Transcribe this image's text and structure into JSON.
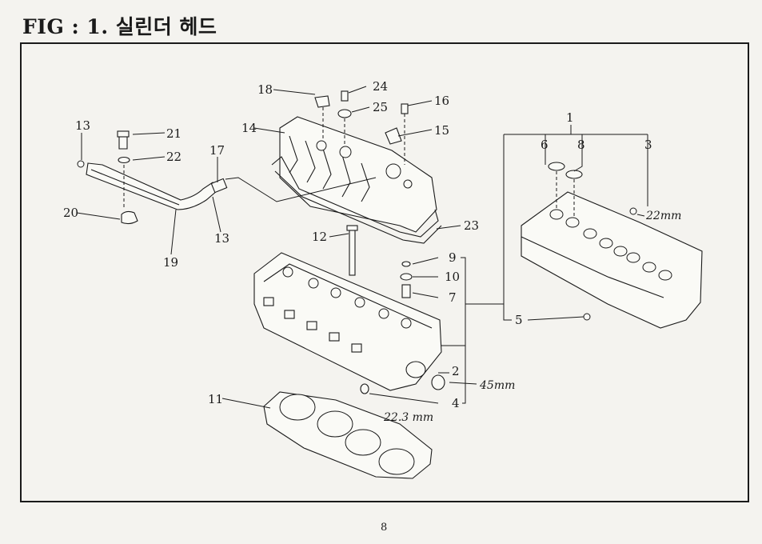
{
  "page": {
    "title": "FIG : 1. 실린더 헤드",
    "page_number": "8"
  },
  "callouts": [
    "1",
    "2",
    "3",
    "4",
    "5",
    "6",
    "7",
    "8",
    "9",
    "10",
    "11",
    "12",
    "13",
    "13",
    "14",
    "15",
    "16",
    "17",
    "18",
    "19",
    "20",
    "21",
    "22",
    "23",
    "24",
    "25"
  ],
  "annotations": {
    "dim_3": "22mm",
    "dim_2": "45mm",
    "dim_4": "22.3 mm"
  }
}
